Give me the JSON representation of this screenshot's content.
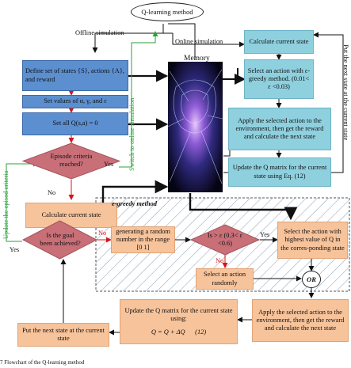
{
  "title_node": "Q-learning method",
  "labels": {
    "offline": "Offline simulation",
    "online": "Online simulation",
    "memory": "Memory",
    "switch": "Switch to online simulation",
    "put_next": "Put the next state at the current state",
    "update_episod": "Update the episod criteria",
    "yes1": "Yes",
    "yes2": "Yes",
    "yes3": "Yes",
    "no1": "No",
    "no2": "No",
    "no3": "No",
    "egreedy": "e-greedy method",
    "caption": "7 Flowchart of the Q-learning method"
  },
  "blue_boxes": {
    "define": "Define set of states {S}, actions {A}, and reward",
    "setvals": "Set values of α, γ, and ε",
    "setq": "Set all Q(s,a) = 0"
  },
  "cyan_boxes": {
    "calc": "Calculate current state",
    "select": "Select an action with ε-greedy method. (0.01< ε <0.03)",
    "apply": "Apply the selected action to the environment, then get the reward and calculate the next state",
    "update": "Update the Q matrix for the current state using Eq. (12)"
  },
  "diamonds": {
    "episode": "Episode criteria reached?",
    "goal": "Is the goal been achieved?",
    "is": "Is > ε (0.3< ε <0.6)"
  },
  "orange_boxes": {
    "calc2": "Calculate current state",
    "random": "generating a random number in the range [0 1]",
    "select_high": "Select the action with highest value of Q in the corres-ponding state",
    "select_rand": "Select an action randomly",
    "apply2": "Apply the selected action to the environment, then get the reward and calculate the next state",
    "update2": "Update the Q matrix for the current state using:",
    "formula": "Q = Q + ΔQ      (12)",
    "putnext": "Put the next state at the current state"
  },
  "or_node": "OR"
}
